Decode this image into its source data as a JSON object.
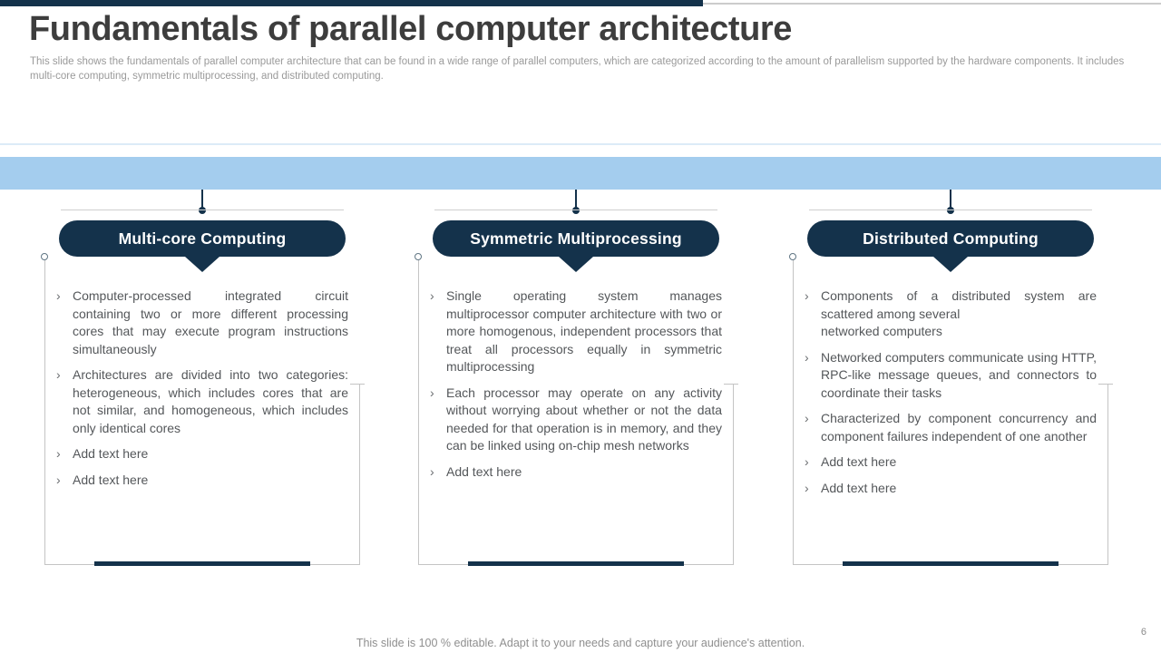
{
  "slide": {
    "title": "Fundamentals of parallel computer architecture",
    "subtitle": "This slide shows the fundamentals of parallel computer architecture that can be found in a wide range of parallel computers, which are categorized according to the amount of parallelism supported by the hardware components. It includes multi-core computing, symmetric multiprocessing, and distributed computing.",
    "footer": "This slide is 100 % editable. Adapt it to your needs and capture your audience's attention.",
    "page_number": "6"
  },
  "ui": {
    "bullet_char": "›"
  },
  "colors": {
    "navy_accent": "#14324b",
    "light_blue_band": "#a4cdee",
    "title_text": "#3d3d3d",
    "body_text": "#54575a",
    "muted_text": "#9a9a9a",
    "box_border": "#c4c4c4"
  },
  "columns": [
    {
      "title": "Multi-core Computing",
      "bullets": [
        "Computer-processed integrated circuit containing two or more different processing cores that may execute program instructions simultaneously",
        "Architectures are divided into two categories: heterogeneous, which includes cores that are not similar, and homogeneous, which includes only identical cores",
        "Add text here",
        "Add text here"
      ]
    },
    {
      "title": "Symmetric Multiprocessing",
      "bullets": [
        "Single operating system manages multiprocessor computer architecture with two or more homogenous, independent processors that treat all processors equally in symmetric multiprocessing",
        "Each processor may operate on any activity without worrying about whether or not the data needed for that operation is in memory, and they can be linked using on-chip mesh networks",
        "Add text here"
      ]
    },
    {
      "title": "Distributed Computing",
      "bullets": [
        "Components of a distributed system are scattered among several\nnetworked computers",
        "Networked computers communicate using HTTP, RPC-like message queues, and connectors to coordinate their tasks",
        "Characterized by component concurrency and component failures independent of one another",
        "Add text here",
        "Add text here"
      ]
    }
  ]
}
